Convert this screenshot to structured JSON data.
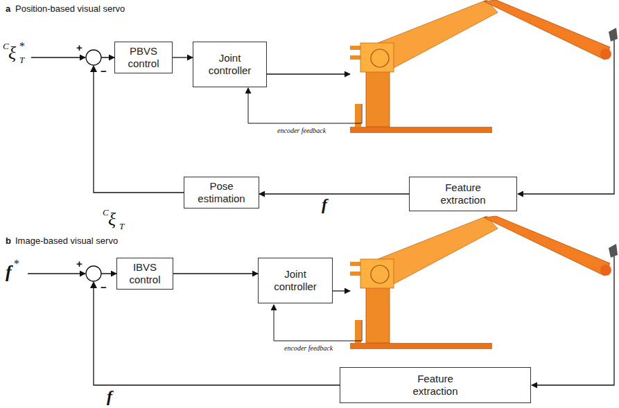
{
  "diagram": {
    "nodes": [
      {
        "text": [
          "PBVS control"
        ]
      },
      {
        "text": [
          "Joint controller"
        ]
      },
      {
        "text": [
          "Pose estimation"
        ]
      },
      {
        "text": [
          "Feature extraction"
        ]
      },
      {
        "text": [
          "IBVS control"
        ]
      },
      {
        "text": [
          "Joint controller"
        ]
      },
      {
        "text": [
          "Feature extraction"
        ]
      }
    ],
    "edges": [
      {
        "from": 0,
        "to": 1,
        "arrow": "to"
      },
      {
        "from": 3,
        "to": 2,
        "label": "f",
        "arrow": "to"
      },
      {
        "from": 2,
        "to": 0,
        "arrow": "to"
      },
      {
        "from": 4,
        "to": 5,
        "arrow": "to"
      },
      {
        "from": 6,
        "to": 4,
        "label": "f",
        "arrow": "to"
      }
    ],
    "labels": [
      "a",
      "Position-based visual servo",
      "C",
      "ξ",
      "T",
      "*",
      "+",
      "−",
      "encoder feedback",
      "C",
      "ξ",
      "T",
      "b",
      "Image-based visual servo",
      "f",
      "*",
      "+",
      "−",
      "encoder feedback"
    ]
  }
}
